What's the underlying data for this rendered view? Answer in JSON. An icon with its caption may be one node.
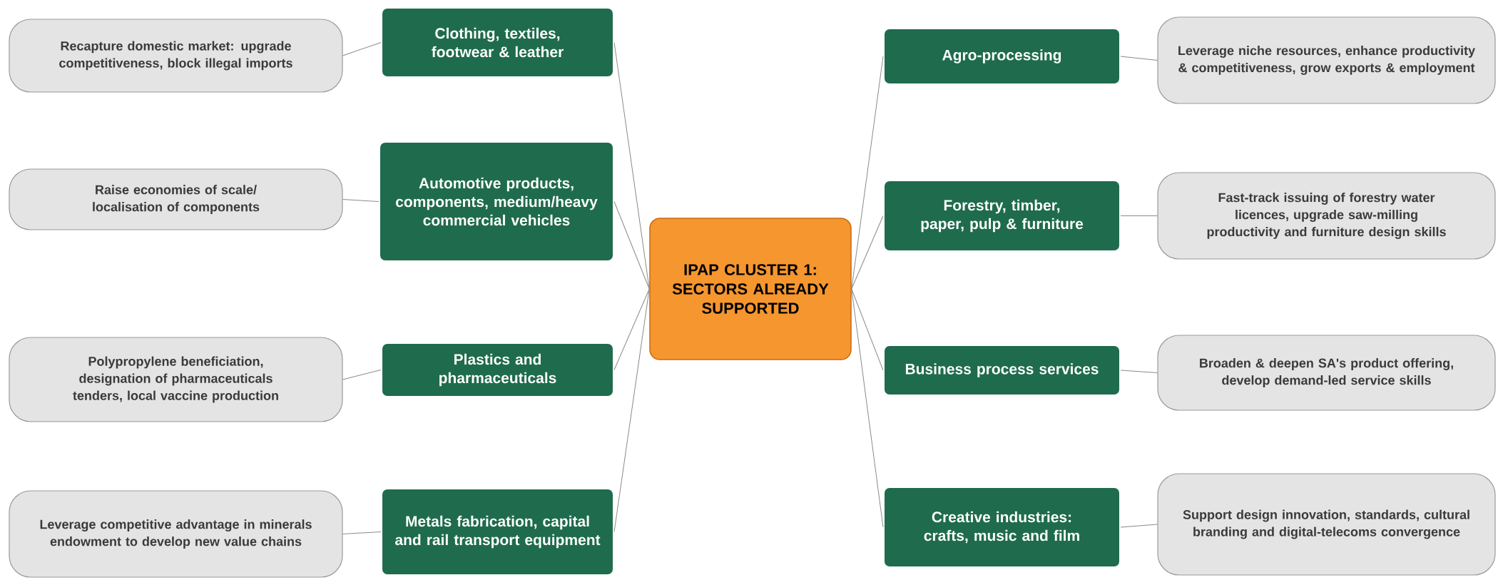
{
  "diagram": {
    "nodes": [
      {
        "text": [
          "IPAP CLUSTER 1: SECTORS ALREADY SUPPORTED"
        ]
      },
      {
        "text": [
          "Clothing, textiles, footwear & leather"
        ]
      },
      {
        "text": [
          "Automotive products, components, medium/heavy commercial vehicles"
        ]
      },
      {
        "text": [
          "Plastics  and pharmaceuticals"
        ]
      },
      {
        "text": [
          "Metals fabrication, capital and rail transport equipment"
        ]
      },
      {
        "text": [
          "Agro-processing"
        ]
      },
      {
        "text": [
          "Forestry, timber, paper, pulp & furniture"
        ]
      },
      {
        "text": [
          "Business process services"
        ]
      },
      {
        "text": [
          "Creative industries: crafts, music and film"
        ]
      },
      {
        "text": [
          "Recapture domestic market: upgrade competitiveness, block illegal imports"
        ]
      },
      {
        "text": [
          "Raise economies of scale/ localisation of components"
        ]
      },
      {
        "text": [
          "Polypropylene beneficiation, designation of pharmaceuticals tenders, local vaccine production"
        ]
      },
      {
        "text": [
          "Leverage competitive advantage in minerals endowment to develop new value chains"
        ]
      },
      {
        "text": [
          "Leverage niche resources, enhance productivity &  competitiveness, grow exports & employment"
        ]
      },
      {
        "text": [
          "Fast-track issuing of forestry water licences, upgrade saw-milling productivity and furniture design skills"
        ]
      },
      {
        "text": [
          "Broaden & deepen SA's product offering, develop demand-led service skills"
        ]
      },
      {
        "text": [
          "Support design innovation, standards, cultural branding and digital-telecoms convergence"
        ]
      }
    ],
    "edges": [
      {
        "from": 0,
        "to": 1,
        "arrow": "none"
      },
      {
        "from": 0,
        "to": 2,
        "arrow": "none"
      },
      {
        "from": 0,
        "to": 3,
        "arrow": "none"
      },
      {
        "from": 0,
        "to": 4,
        "arrow": "none"
      },
      {
        "from": 0,
        "to": 5,
        "arrow": "none"
      },
      {
        "from": 0,
        "to": 6,
        "arrow": "none"
      },
      {
        "from": 0,
        "to": 7,
        "arrow": "none"
      },
      {
        "from": 0,
        "to": 8,
        "arrow": "none"
      },
      {
        "from": 1,
        "to": 9,
        "arrow": "none"
      },
      {
        "from": 2,
        "to": 10,
        "arrow": "none"
      },
      {
        "from": 3,
        "to": 11,
        "arrow": "none"
      },
      {
        "from": 4,
        "to": 12,
        "arrow": "none"
      },
      {
        "from": 5,
        "to": 13,
        "arrow": "none"
      },
      {
        "from": 6,
        "to": 14,
        "arrow": "none"
      },
      {
        "from": 7,
        "to": 15,
        "arrow": "none"
      },
      {
        "from": 8,
        "to": 16,
        "arrow": "none"
      }
    ]
  }
}
